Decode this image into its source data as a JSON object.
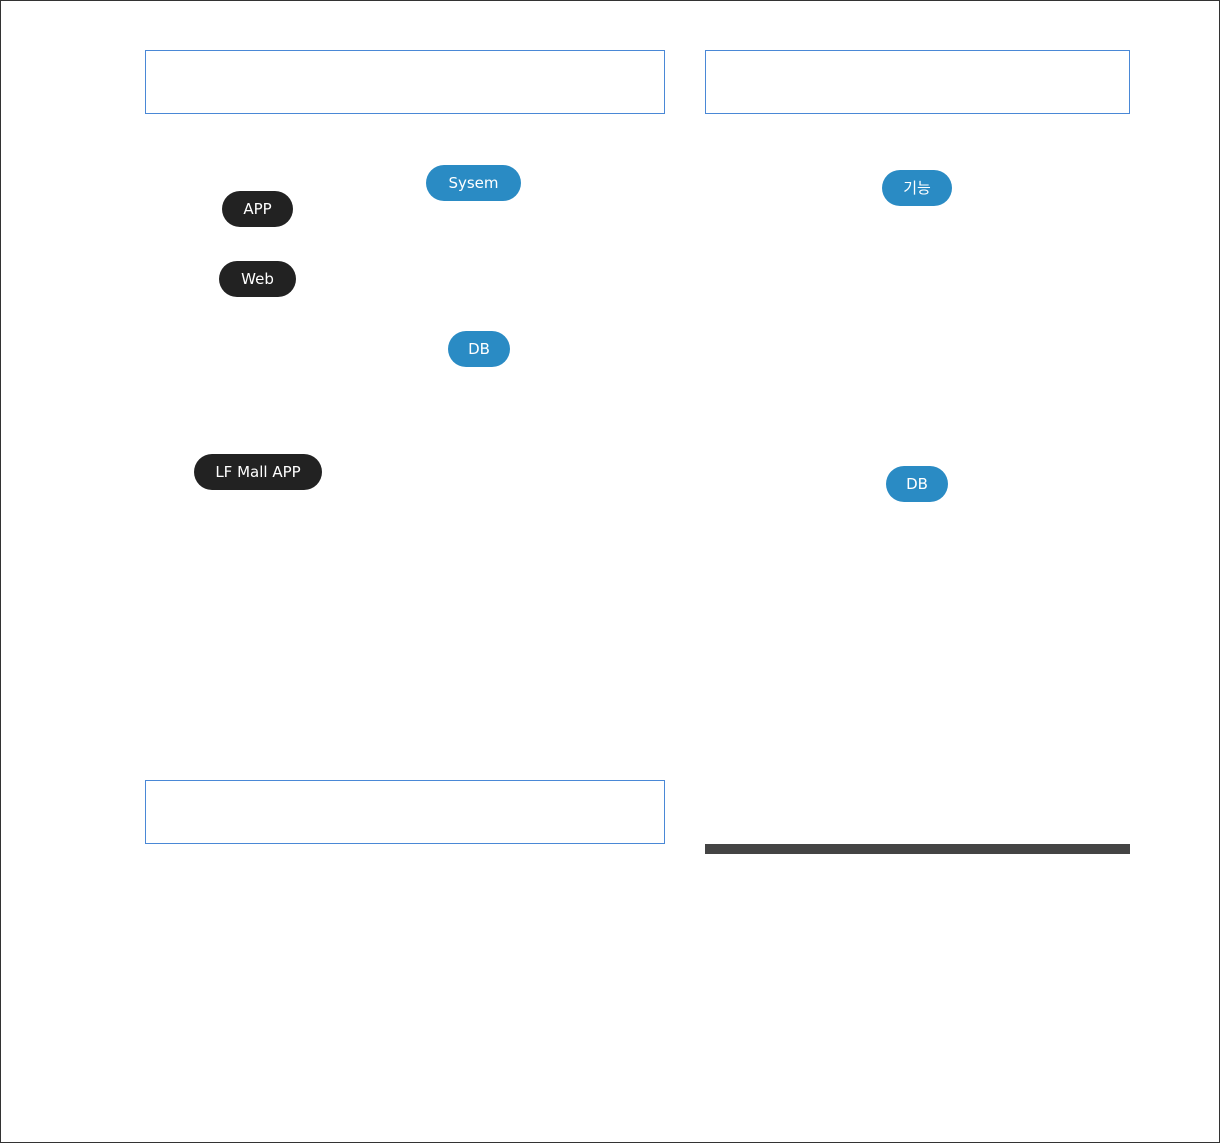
{
  "colors": {
    "box_border": "#4a88d6",
    "pill_dark": "#222222",
    "pill_blue": "#2a8bc4",
    "bar": "#444444"
  },
  "left_panel": {
    "pills": {
      "sysem": "Sysem",
      "app": "APP",
      "web": "Web",
      "db": "DB",
      "lf_mall_app": "LF Mall APP"
    }
  },
  "right_panel": {
    "pills": {
      "feature": "기능",
      "db": "DB"
    }
  }
}
